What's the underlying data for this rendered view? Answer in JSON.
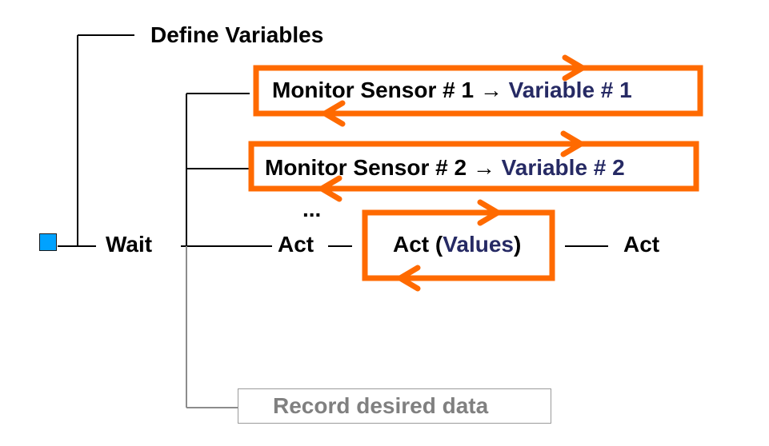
{
  "diagram": {
    "define_variables": "Define Variables",
    "wait": "Wait",
    "monitor_1": {
      "prefix": "Monitor Sensor # 1 ",
      "arrow": "→",
      "variable": "Variable # 1"
    },
    "monitor_2": {
      "prefix": "Monitor Sensor # 2 ",
      "arrow": "→",
      "variable": "Variable # 2"
    },
    "ellipsis": "...",
    "act_1": "Act",
    "act_values": {
      "prefix": "Act (",
      "variable": "Values",
      "suffix": ")"
    },
    "act_3": "Act",
    "record": "Record desired data"
  },
  "colors": {
    "highlight": "#ff6a00",
    "variable_text": "#262a64",
    "start_node": "#00a2ff",
    "muted": "#808080"
  }
}
